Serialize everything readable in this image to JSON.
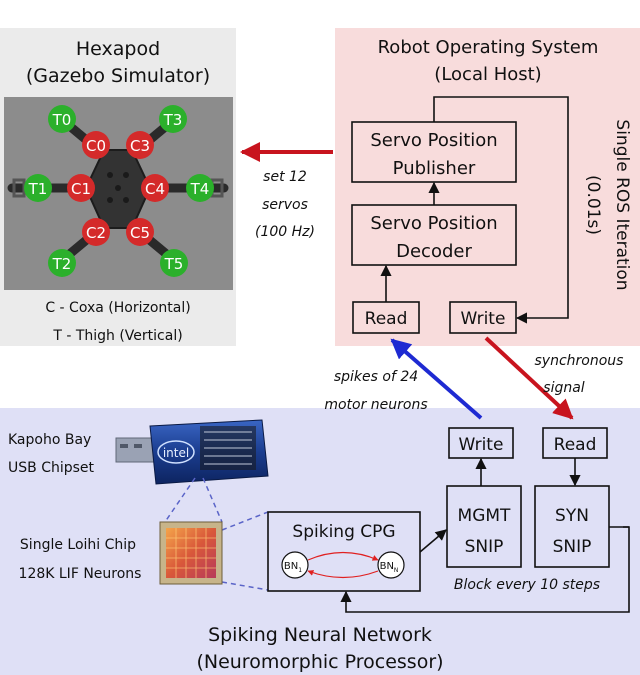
{
  "colors": {
    "hexapod_panel": "#ebebeb",
    "ros_panel": "#f8dcdc",
    "loihi_panel": "#dfe0f6",
    "red_arrow": "#c8141e",
    "blue_arrow": "#1e2ad2",
    "coxa_joint": "#d42a2a",
    "thigh_joint": "#2bb02b",
    "robot_body": "#333333"
  },
  "hexapod": {
    "title_line1": "Hexapod",
    "title_line2": "(Gazebo Simulator)",
    "legend_coxa": "C - Coxa (Horizontal)",
    "legend_thigh": "T - Thigh (Vertical)",
    "joints": {
      "t0": "T0",
      "t1": "T1",
      "t2": "T2",
      "t3": "T3",
      "t4": "T4",
      "t5": "T5",
      "c0": "C0",
      "c1": "C1",
      "c2": "C2",
      "c3": "C3",
      "c4": "C4",
      "c5": "C5"
    }
  },
  "ros": {
    "title_line1": "Robot Operating System",
    "title_line2": "(Local Host)",
    "side_line1": "Single ROS Iteration",
    "side_line2": "(0.01s)",
    "publisher_line1": "Servo Position",
    "publisher_line2": "Publisher",
    "decoder_line1": "Servo Position",
    "decoder_line2": "Decoder",
    "read": "Read",
    "write": "Write"
  },
  "arrows": {
    "servo_line1": "set 12",
    "servo_line2": "servos",
    "servo_line3": "(100 Hz)",
    "spikes_line1": "spikes of 24",
    "spikes_line2": "motor neurons",
    "sync_line1": "synchronous",
    "sync_line2": "signal"
  },
  "loihi": {
    "kapoho_line1": "Kapoho Bay",
    "kapoho_line2": "USB Chipset",
    "loihi_line1": "Single Loihi Chip",
    "loihi_line2": "128K LIF Neurons",
    "cpg_title": "Spiking CPG",
    "bn_left": "BN",
    "bn_left_sub": "1",
    "bn_right": "BN",
    "bn_right_sub": "N",
    "mgmt_line1": "MGMT",
    "mgmt_line2": "SNIP",
    "syn_line1": "SYN",
    "syn_line2": "SNIP",
    "write": "Write",
    "read": "Read",
    "block_note": "Block every 10 steps",
    "title_line1": "Spiking Neural Network",
    "title_line2": "(Neuromorphic Processor)",
    "usb_logo": "intel"
  }
}
